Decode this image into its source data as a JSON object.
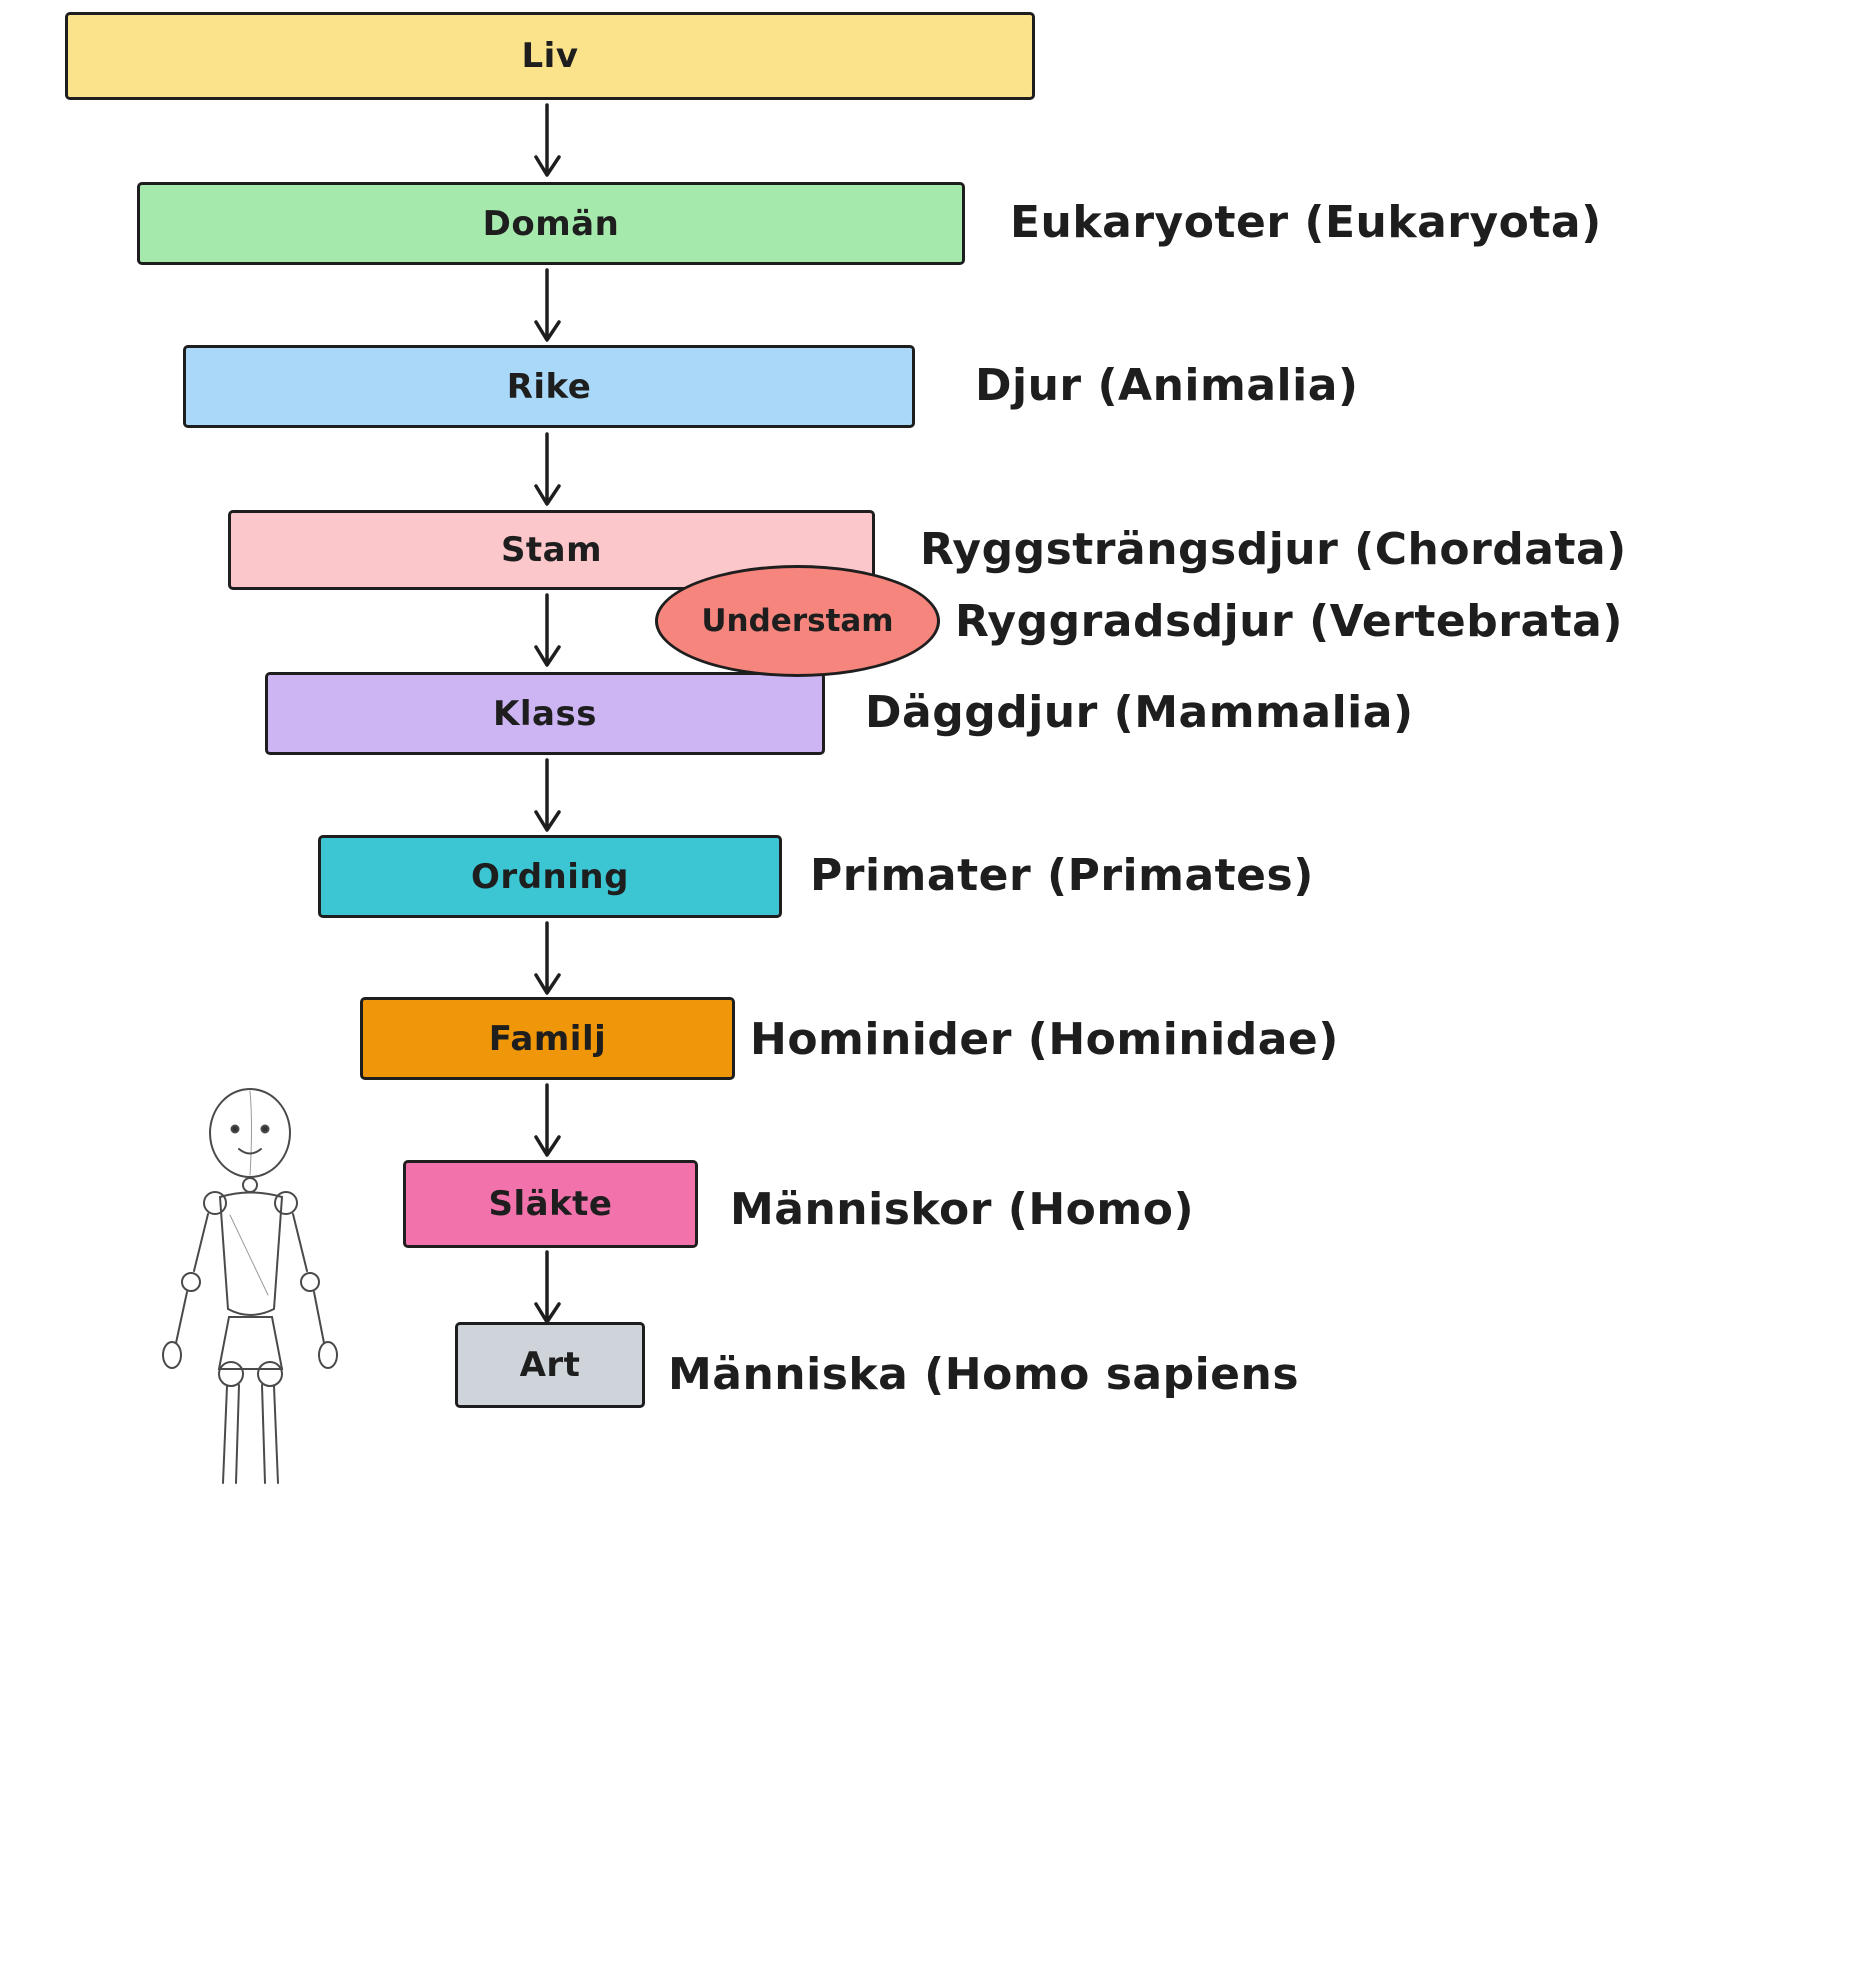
{
  "canvas": {
    "background": "#ffffff",
    "stroke_color": "#1e1e1e"
  },
  "levels": [
    {
      "rank": "Liv",
      "annotation": "",
      "color": "#fbe38b"
    },
    {
      "rank": "Domän",
      "annotation": "Eukaryoter (Eukaryota)",
      "color": "#a6e9ad"
    },
    {
      "rank": "Rike",
      "annotation": "Djur (Animalia)",
      "color": "#aad8f8"
    },
    {
      "rank": "Stam",
      "annotation": "Ryggsträngsdjur (Chordata)",
      "color": "#fbc7cb"
    },
    {
      "rank": "Klass",
      "annotation": "Däggdjur (Mammalia)",
      "color": "#cdb5f4"
    },
    {
      "rank": "Ordning",
      "annotation": "Primater (Primates)",
      "color": "#3cc5d2"
    },
    {
      "rank": "Familj",
      "annotation": "Hominider (Hominidae)",
      "color": "#f09609"
    },
    {
      "rank": "Släkte",
      "annotation": "Människor (Homo)",
      "color": "#f272ab"
    },
    {
      "rank": "Art",
      "annotation": "Människa (Homo sapiens",
      "color": "#cfd4db"
    }
  ],
  "substage": {
    "rank": "Understam",
    "annotation": "Ryggradsdjur (Vertebrata)",
    "color": "#f5857d"
  }
}
